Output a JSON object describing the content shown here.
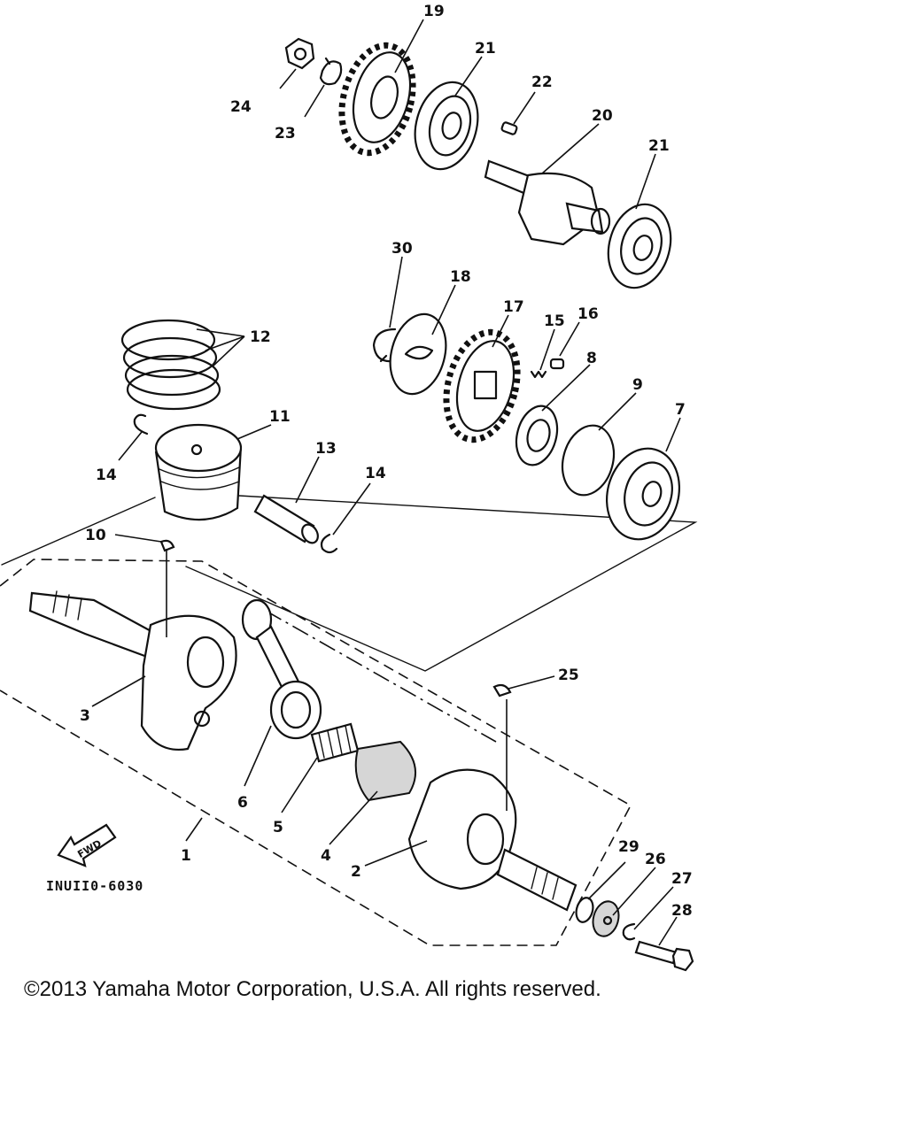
{
  "diagram": {
    "callouts": [
      "1",
      "2",
      "3",
      "4",
      "5",
      "6",
      "7",
      "8",
      "9",
      "10",
      "11",
      "12",
      "13",
      "14",
      "14",
      "15",
      "16",
      "17",
      "18",
      "19",
      "20",
      "21",
      "21",
      "22",
      "23",
      "24",
      "25",
      "26",
      "27",
      "28",
      "29",
      "30"
    ],
    "figure_code": "INUII0-6030",
    "fwd_label": "FWD"
  },
  "footer": {
    "copyright": "©2013 Yamaha Motor Corporation, U.S.A. All rights reserved."
  }
}
